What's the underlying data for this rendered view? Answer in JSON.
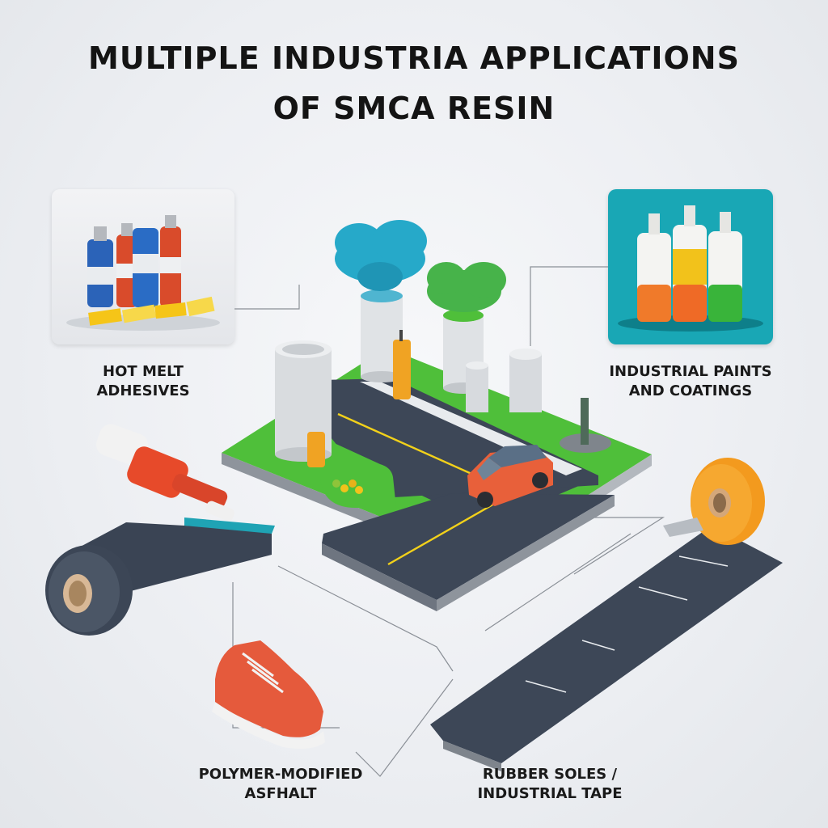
{
  "title": {
    "line1": "MULTIPLE INDUSTRIA APPLICATIONS",
    "line2": "OF    SMCA RESIN"
  },
  "labels": {
    "hot_melt": [
      "HOT MELT",
      "ADHESIVES"
    ],
    "paints": [
      "INDUSTRIAL PAINTS",
      "AND COATINGS"
    ],
    "asphalt": [
      "POLYMER-MODIFIED",
      "ASFHALT"
    ],
    "rubber": [
      "RUBBER SOLES /",
      "INDUSTRIAL TAPE"
    ]
  },
  "colors": {
    "road": "#3d4757",
    "grass": "#4fbf3a",
    "car": "#e8603a",
    "teal_card": "#19a7b5",
    "tape_orange": "#f39a1e",
    "sneaker": "#e55a3c"
  },
  "icons": [
    "canister-icon",
    "tube-icon",
    "tape-roll-icon",
    "sneaker-icon",
    "car-icon",
    "cloud-icon",
    "sealant-gun-icon"
  ]
}
